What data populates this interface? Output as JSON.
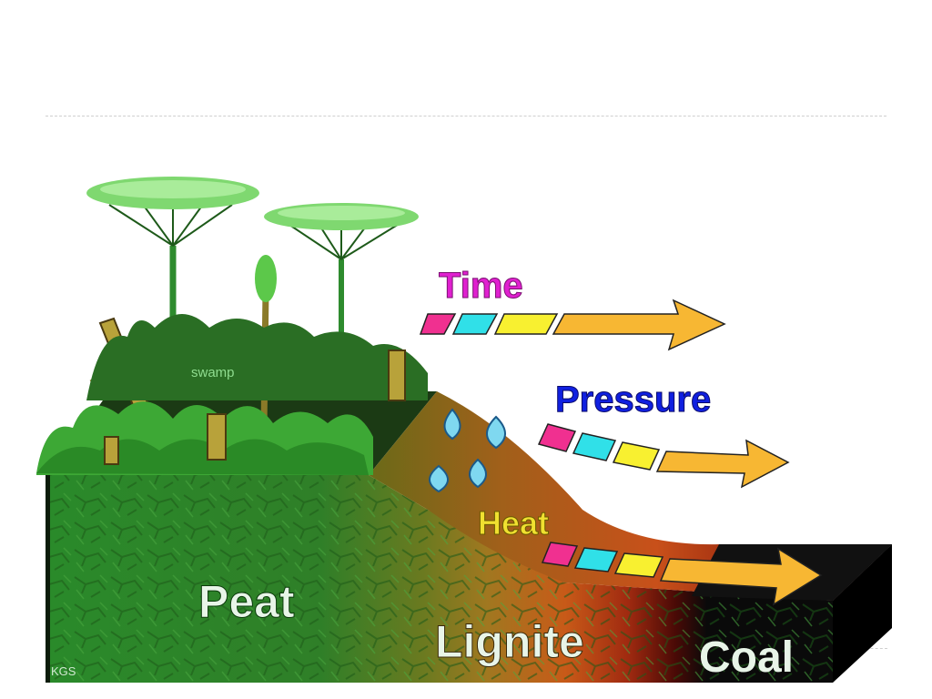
{
  "diagram": {
    "labels": {
      "swamp": "swamp",
      "time": "Time",
      "pressure": "Pressure",
      "heat": "Heat",
      "peat": "Peat",
      "lignite": "Lignite",
      "coal": "Coal",
      "credit": "KGS"
    },
    "colors": {
      "time": "#e020d0",
      "pressure": "#1020e0",
      "heat": "#f0e030",
      "arrow": "#f7b733",
      "swatch_pink": "#f03090",
      "swatch_cyan": "#30e0e8",
      "swatch_yellow": "#f8f030",
      "peat_green": "#2f8a2a",
      "lignite_orange": "#c8501a",
      "coal_black": "#0a0a0a"
    },
    "icons": [
      "tree-icon",
      "fern-icon",
      "stump-icon",
      "water-drop-icon",
      "arrow-icon"
    ]
  }
}
